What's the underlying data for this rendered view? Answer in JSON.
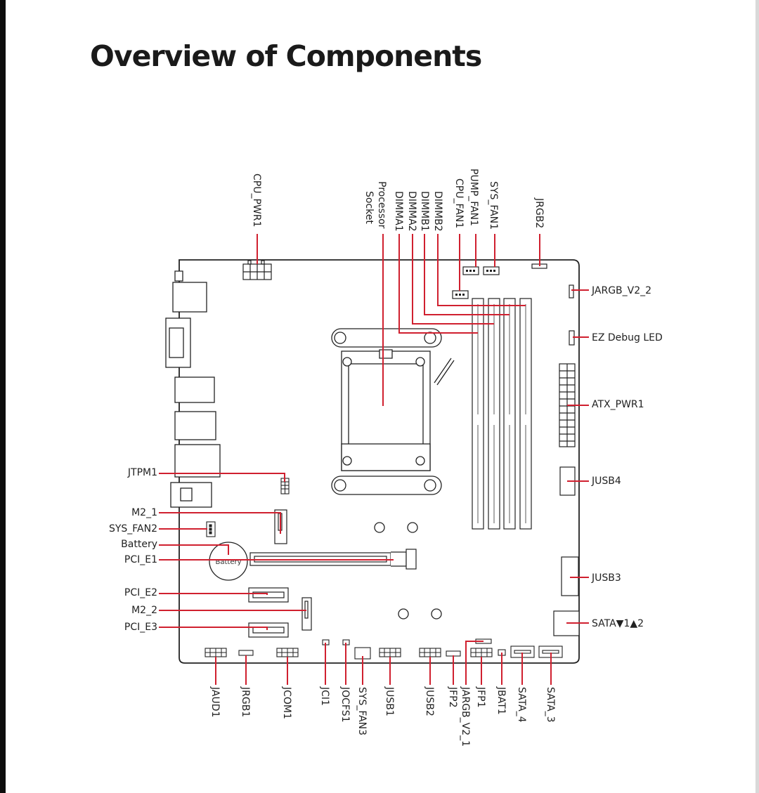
{
  "page": {
    "title": "Overview of Components"
  },
  "colors": {
    "leader": "#d0202f",
    "outline": "#222222"
  },
  "diagram": {
    "board_text": {
      "battery": "Battery"
    },
    "labels": {
      "cpu_pwr1": "CPU_PWR1",
      "processor_socket": "Processor Socket",
      "dimma1": "DIMMA1",
      "dimma2": "DIMMA2",
      "dimmb1": "DIMMB1",
      "dimmb2": "DIMMB2",
      "cpu_fan1": "CPU_FAN1",
      "pump_fan1": "PUMP_FAN1",
      "sys_fan1": "SYS_FAN1",
      "jrgb2": "JRGB2",
      "jargb_v2_2": "JARGB_V2_2",
      "ez_debug_led": "EZ Debug LED",
      "atx_pwr1": "ATX_PWR1",
      "jusb4": "JUSB4",
      "jusb3": "JUSB3",
      "sata_1_2": "SATA▼1▲2",
      "jtpm1": "JTPM1",
      "m2_1": "M2_1",
      "sys_fan2": "SYS_FAN2",
      "battery": "Battery",
      "pci_e1": "PCI_E1",
      "pci_e2": "PCI_E2",
      "m2_2": "M2_2",
      "pci_e3": "PCI_E3",
      "jaud1": "JAUD1",
      "jrgb1": "JRGB1",
      "jcom1": "JCOM1",
      "jci1": "JCI1",
      "jocfs1": "JOCFS1",
      "sys_fan3": "SYS_FAN3",
      "jusb1": "JUSB1",
      "jusb2": "JUSB2",
      "jfp2": "JFP2",
      "jargb_v2_1": "JARGB_V2_1",
      "jfp1": "JFP1",
      "jbat1": "JBAT1",
      "sata_4": "SATA_4",
      "sata_3": "SATA_3"
    }
  }
}
